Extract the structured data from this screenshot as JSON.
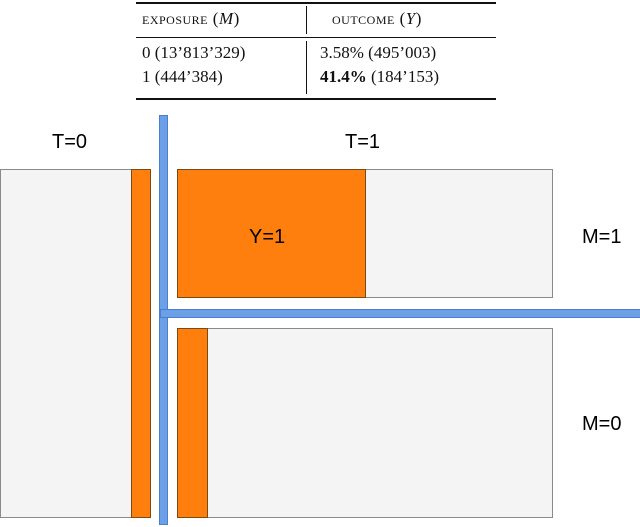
{
  "table": {
    "header_exposure_word": "exposure",
    "header_exposure_var": "M",
    "header_outcome_word": "outcome",
    "header_outcome_var": "Y",
    "rows": [
      {
        "exposure": "0 (13’813’329)",
        "outcome_pct": "3.58%",
        "outcome_count": "(495’003)",
        "bold": false
      },
      {
        "exposure": "1 (444’384)",
        "outcome_pct": "41.4%",
        "outcome_count": "(184’153)",
        "bold": true
      }
    ]
  },
  "diagram": {
    "label_t0": "T=0",
    "label_t1": "T=1",
    "label_y1": "Y=1",
    "label_m1": "M=1",
    "label_m0": "M=0",
    "colors": {
      "orange": "#ff7f0e",
      "blue": "#6b9fe8",
      "box_fill": "#f4f4f4"
    }
  }
}
